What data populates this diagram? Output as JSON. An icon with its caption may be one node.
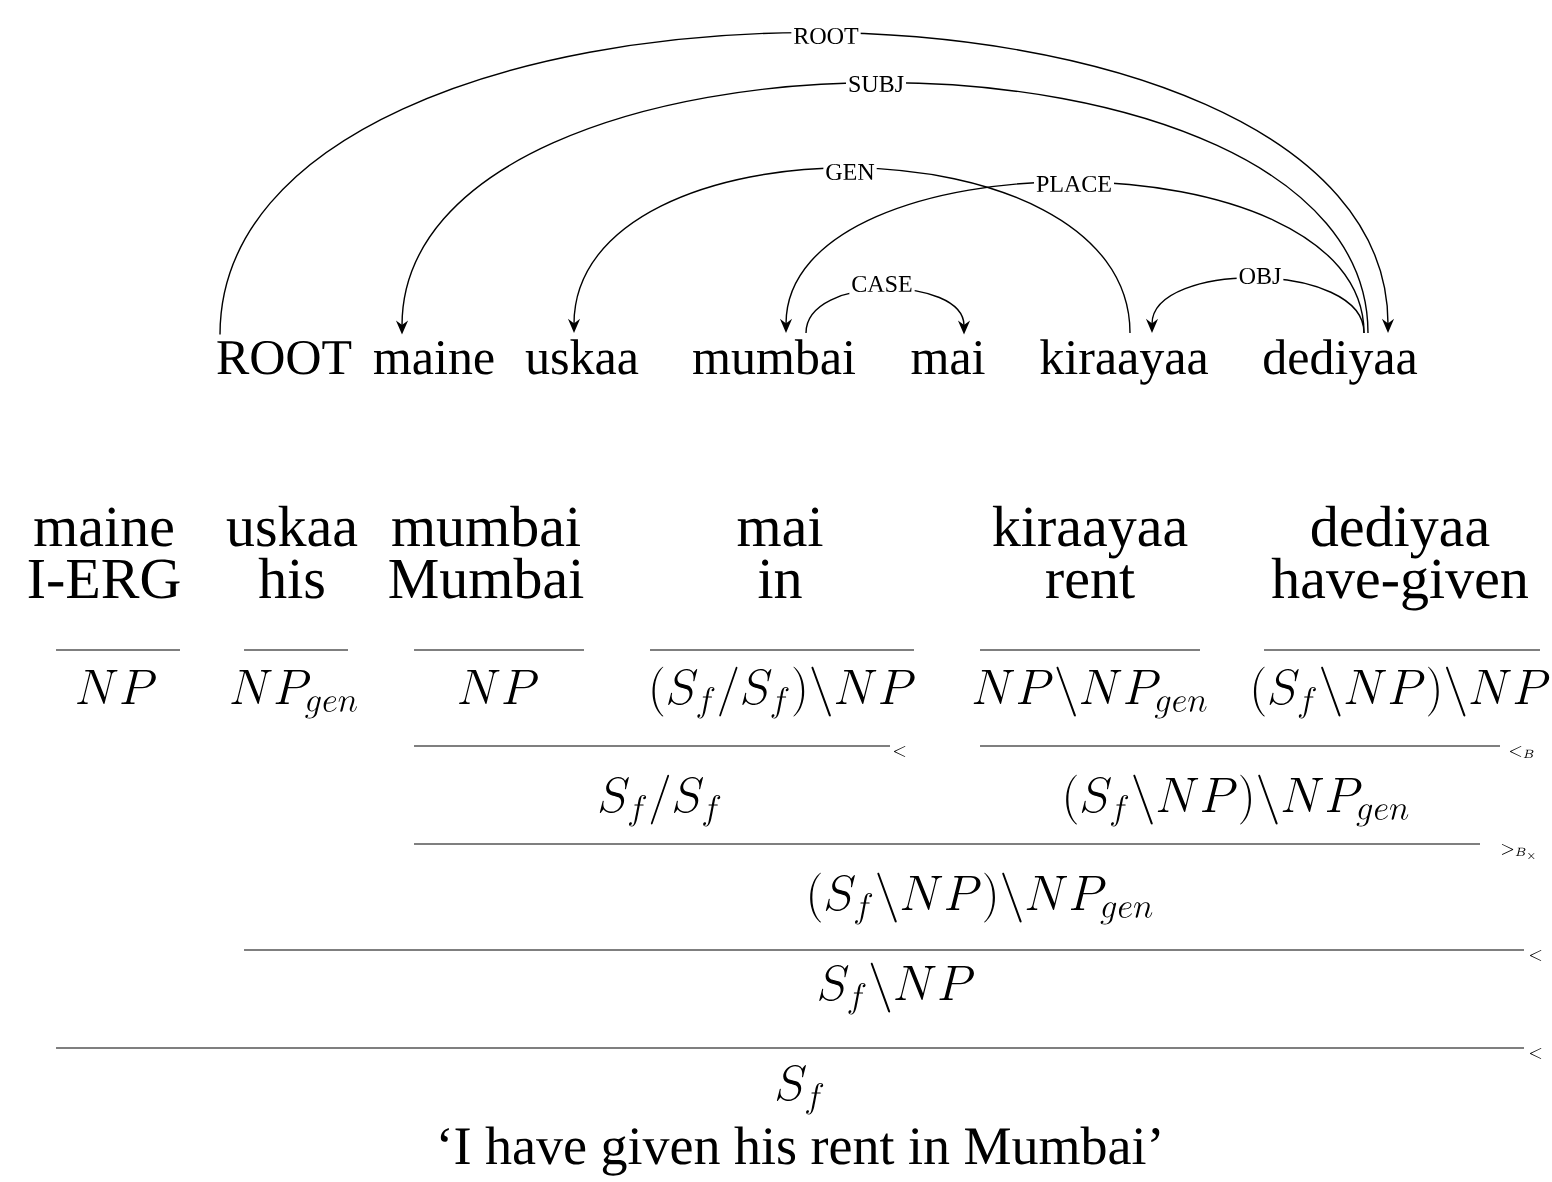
{
  "diagram": {
    "caption": "‘I have given his rent in Mumbai’",
    "nodes": [
      {
        "text": [
          "ROOT"
        ]
      },
      {
        "text": [
          "maine"
        ]
      },
      {
        "text": [
          "uskaa"
        ]
      },
      {
        "text": [
          "mumbai"
        ]
      },
      {
        "text": [
          "mai"
        ]
      },
      {
        "text": [
          "kiraayaa"
        ]
      },
      {
        "text": [
          "dediyaa"
        ]
      }
    ],
    "edges": [
      {
        "from": 0,
        "to": 6,
        "arrow": "to",
        "label": "ROOT"
      },
      {
        "from": 6,
        "to": 1,
        "arrow": "to",
        "label": "SUBJ"
      },
      {
        "from": 5,
        "to": 2,
        "arrow": "to",
        "label": "GEN"
      },
      {
        "from": 6,
        "to": 3,
        "arrow": "to",
        "label": "PLACE"
      },
      {
        "from": 3,
        "to": 4,
        "arrow": "to",
        "label": "CASE"
      },
      {
        "from": 6,
        "to": 5,
        "arrow": "to",
        "label": "OBJ"
      }
    ],
    "labels": [
      "maine",
      "uskaa",
      "mumbai",
      "mai",
      "kiraayaa",
      "dediyaa",
      "I-ERG",
      "his",
      "Mumbai",
      "in",
      "rent",
      "have-given",
      "NP",
      "NP_{gen}",
      "NP",
      "(S_f/S_f)\\backslash NP",
      "NP\\backslash NP_{gen}",
      "(S_f\\backslash NP)\\backslash NP",
      "<",
      "<_{B}",
      "S_f/S_f",
      "(S_f\\backslash NP)\\backslash NP_{gen}",
      ">_{B_\\times}",
      "(S_f\\backslash NP)\\backslash NP_{gen}",
      "<",
      "S_f\\backslash NP",
      "<",
      "S_f"
    ]
  }
}
